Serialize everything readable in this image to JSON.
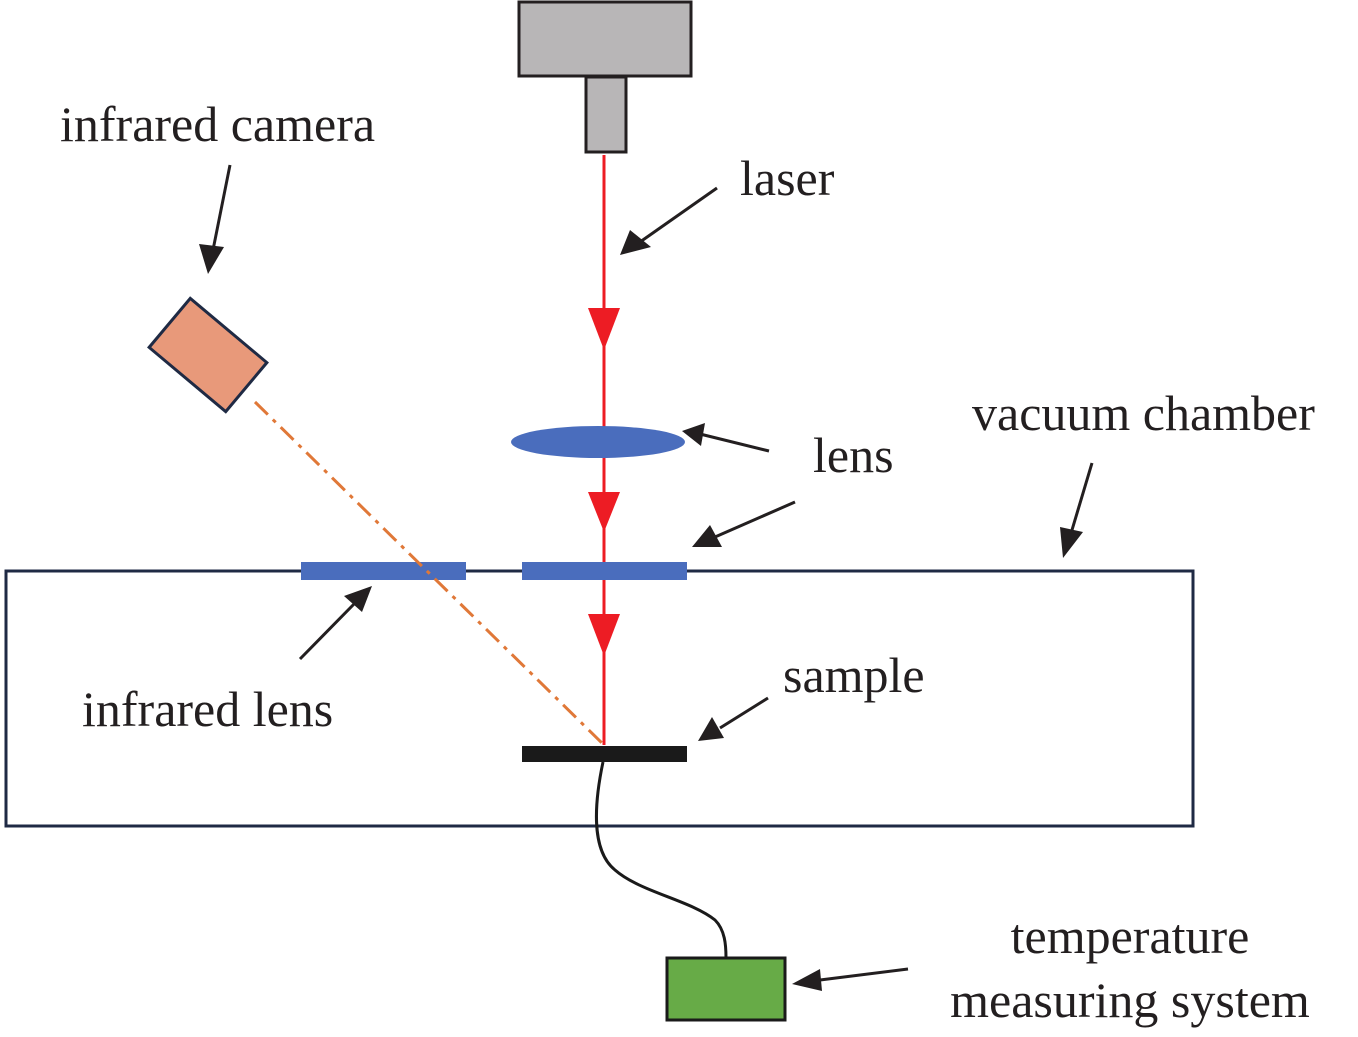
{
  "diagram": {
    "title": "Laser heating experimental setup",
    "labels": {
      "laser": "laser",
      "infrared_camera": "infrared camera",
      "vacuum_chamber": "vacuum chamber",
      "lens": "lens",
      "infrared_lens": "infrared lens",
      "sample": "sample",
      "temperature_line1": "temperature",
      "temperature_line2": "measuring system"
    },
    "components": [
      {
        "id": "laser-source",
        "name": "laser",
        "color": "#b8b6b7"
      },
      {
        "id": "infrared-camera",
        "name": "infrared camera",
        "color": "#e8997a"
      },
      {
        "id": "focusing-lens",
        "name": "lens",
        "color": "#4a6dbd"
      },
      {
        "id": "chamber-window-lens",
        "name": "lens",
        "color": "#4a6dbd"
      },
      {
        "id": "infrared-lens",
        "name": "infrared lens",
        "color": "#4a6dbd"
      },
      {
        "id": "vacuum-chamber",
        "name": "vacuum chamber",
        "color": "#1f2a44"
      },
      {
        "id": "sample",
        "name": "sample",
        "color": "#1a1a1a"
      },
      {
        "id": "temperature-measuring-system",
        "name": "temperature measuring system",
        "color": "#67ab47"
      }
    ],
    "colors": {
      "laser_beam": "#ed1c24",
      "infrared_path": "#e07838",
      "outline": "#231f20",
      "chamber_outline": "#1f2a44"
    }
  }
}
